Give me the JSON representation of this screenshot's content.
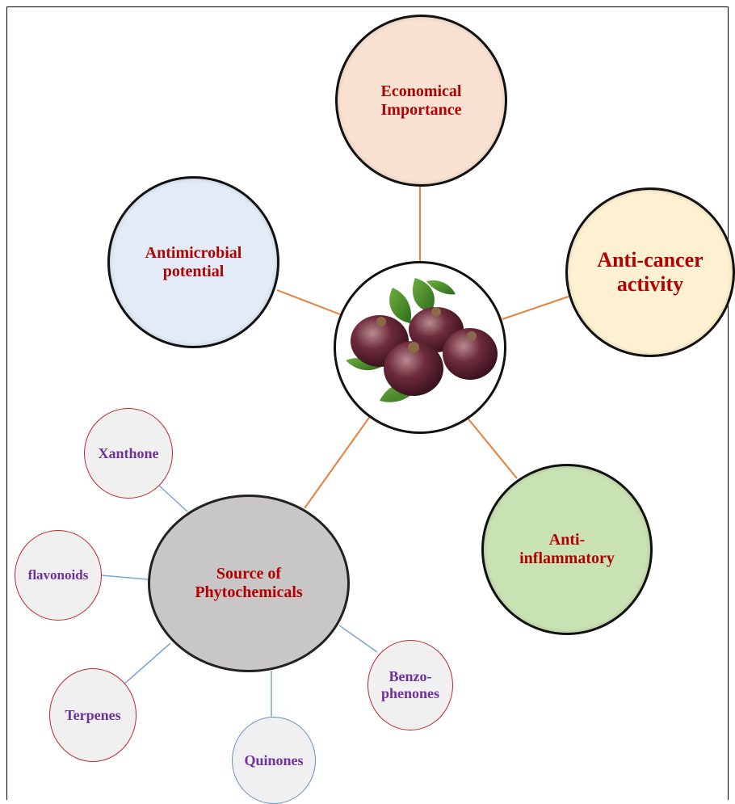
{
  "diagram": {
    "center": {
      "image": "mangosteen-fruits-with-leaves"
    },
    "topics": [
      {
        "id": "economical",
        "label": "Economical\nImportance"
      },
      {
        "id": "antimicrobial",
        "label": "Antimicrobial\npotential"
      },
      {
        "id": "anticancer",
        "label": "Anti-cancer\nactivity"
      },
      {
        "id": "antiinflammatory",
        "label": "Anti-\ninflammatory"
      },
      {
        "id": "source",
        "label": "Source of\nPhytochemicals"
      }
    ],
    "phytochemicals": [
      {
        "id": "xanthone",
        "label": "Xanthone"
      },
      {
        "id": "flavonoids",
        "label": "flavonoids"
      },
      {
        "id": "terpenes",
        "label": "Terpenes"
      },
      {
        "id": "quinones",
        "label": "Quinones"
      },
      {
        "id": "benzophenones",
        "label": "Benzo-\nphenones"
      }
    ]
  },
  "colors": {
    "topic_text": "#b30000",
    "phyto_text": "#7030a0",
    "main_connector": "#e8803a",
    "phyto_connector": "#7aa6d6",
    "economical_fill": "#f9e2d2",
    "antimicrobial_fill": "#e2ebf6",
    "anticancer_fill": "#fdf1d2",
    "antiinflammatory_fill": "#c9e2b3",
    "source_fill": "#c8c6c6",
    "phyto_fill": "#f0f0f0"
  }
}
